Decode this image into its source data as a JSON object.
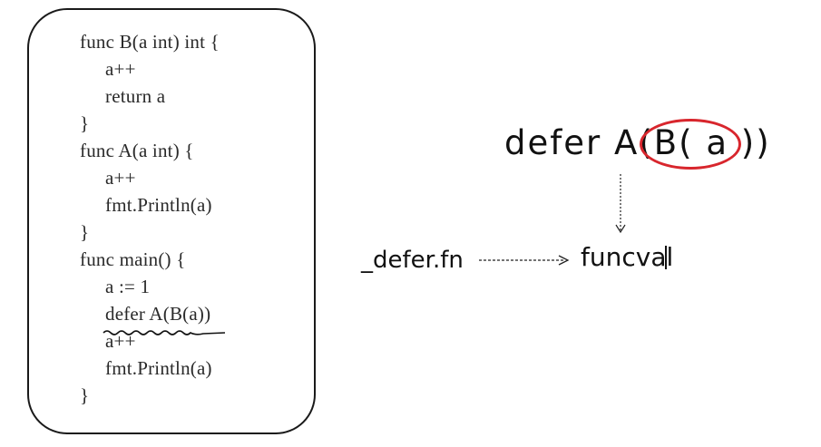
{
  "code_panel": {
    "lines": [
      "func B(a int) int {",
      "a++",
      "return a",
      "}",
      "func A(a int) {",
      "a++",
      "fmt.Println(a)",
      "}",
      "func main() {",
      "a := 1",
      "defer A(B(a))",
      "a++",
      "fmt.Println(a)",
      "}"
    ]
  },
  "diagram": {
    "call_expression": "defer A(B( a ))",
    "defer_fn": "_defer.fn",
    "target": "funcval",
    "highlight_color": "#d8262d"
  }
}
